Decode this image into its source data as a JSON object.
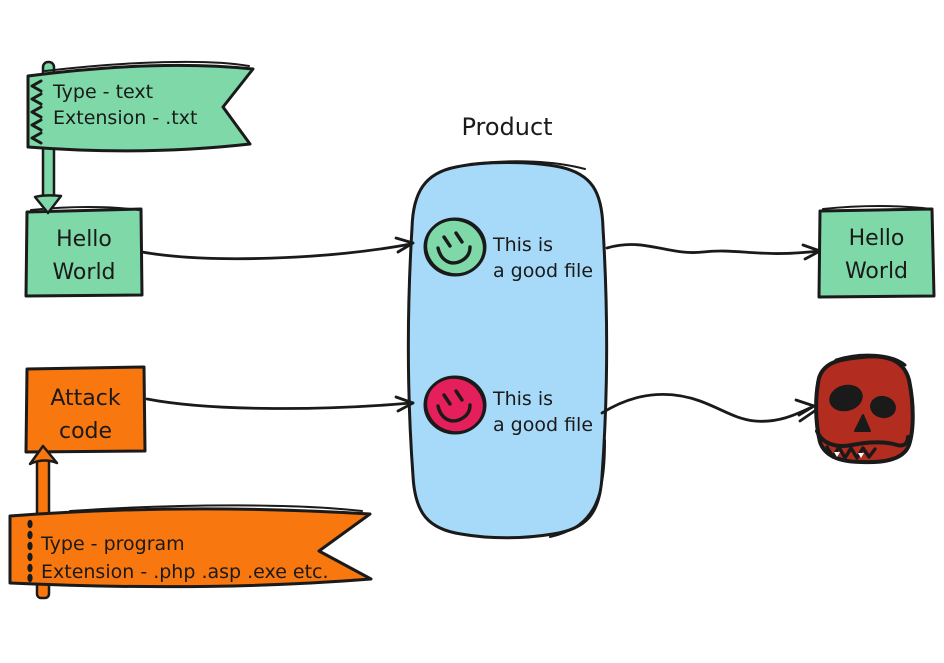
{
  "colors": {
    "green": "#7ed8a7",
    "orange": "#f8770e",
    "blue": "#a7d9f8",
    "pink": "#e41f5b",
    "skull": "#b22d1f",
    "ink": "#1a1a1a"
  },
  "product": {
    "title": "Product",
    "items": [
      {
        "icon": "green-smiley-icon",
        "line1": "This is",
        "line2": "a good file"
      },
      {
        "icon": "red-smiley-icon",
        "line1": "This is",
        "line2": "a good file"
      }
    ]
  },
  "flags": {
    "text_file": {
      "line1": "Type - text",
      "line2": "Extension - .txt"
    },
    "program_file": {
      "line1": "Type - program",
      "line2": "Extension - .php .asp .exe etc."
    }
  },
  "nodes": {
    "hello_in": {
      "line1": "Hello",
      "line2": "World"
    },
    "attack": {
      "line1": "Attack",
      "line2": "code"
    },
    "hello_out": {
      "line1": "Hello",
      "line2": "World"
    }
  }
}
